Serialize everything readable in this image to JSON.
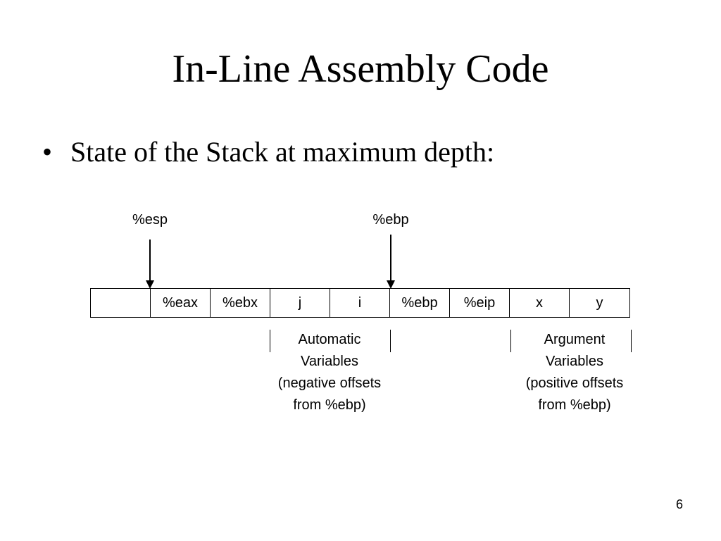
{
  "slide": {
    "title": "In-Line Assembly Code",
    "bullet": "State of the Stack at maximum depth:",
    "page_number": "6"
  },
  "diagram": {
    "pointers": {
      "esp": "%esp",
      "ebp": "%ebp"
    },
    "stack_cells": [
      "",
      "%eax",
      "%ebx",
      "j",
      "i",
      "%ebp",
      "%eip",
      "x",
      "y"
    ],
    "regions": {
      "automatic": "Automatic\nVariables\n(negative offsets\nfrom %ebp)",
      "argument": "Argument\nVariables\n(positive offsets\nfrom %ebp)"
    }
  }
}
